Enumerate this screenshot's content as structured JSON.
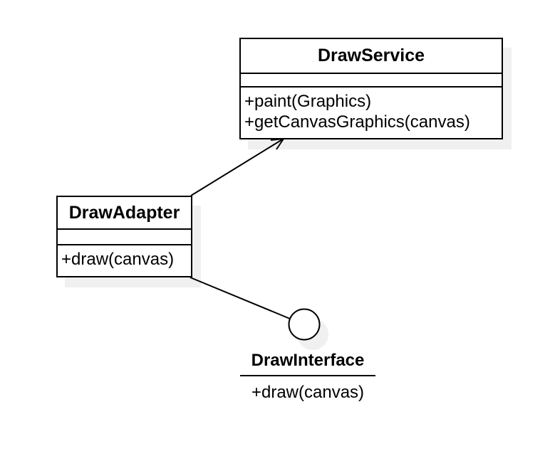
{
  "diagram": {
    "kind": "uml-class-diagram",
    "background_color": "#ffffff",
    "stroke_color": "#000000",
    "shadow_color": "#f0f0f0",
    "classes": [
      {
        "name": "DrawService",
        "attributes": [],
        "methods": [
          "+paint(Graphics)",
          "+getCanvasGraphics(canvas)"
        ]
      },
      {
        "name": "DrawAdapter",
        "attributes": [],
        "methods": [
          "+draw(canvas)"
        ]
      }
    ],
    "interfaces": [
      {
        "name": "DrawInterface",
        "notation": "lollipop-circle",
        "methods": [
          "+draw(canvas)"
        ]
      }
    ],
    "relationships": [
      {
        "from": "DrawAdapter",
        "to": "DrawService",
        "type": "association",
        "arrowhead": "open-arrow"
      },
      {
        "from": "DrawAdapter",
        "to": "DrawInterface",
        "type": "lollipop-connection",
        "arrowhead": "none"
      }
    ]
  }
}
